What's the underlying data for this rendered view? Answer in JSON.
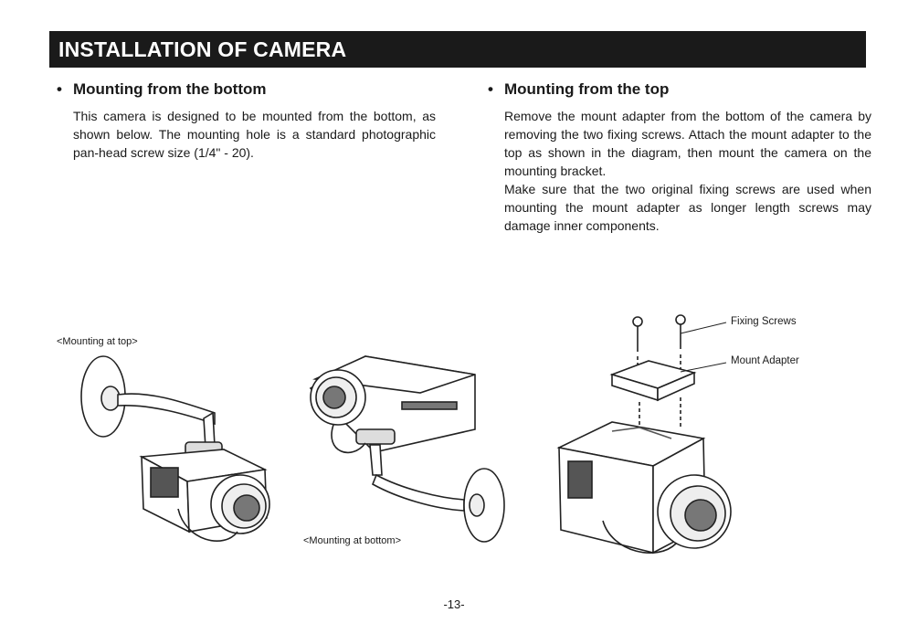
{
  "header": {
    "title": "INSTALLATION OF CAMERA"
  },
  "left_section": {
    "bullet": "•",
    "heading": "Mounting from the bottom",
    "paragraph": "This camera is designed to be mounted from the bottom, as shown below. The mounting hole is a standard photographic pan-head screw size (1/4\" - 20)."
  },
  "right_section": {
    "bullet": "•",
    "heading": "Mounting from the top",
    "paragraphs": [
      "Remove the mount adapter from the bottom of the camera by removing the two fixing screws. Attach the mount adapter to the top as shown in the diagram, then mount the camera on the mounting bracket.",
      "Make sure that the two original fixing screws are used when mounting the mount adapter as longer length screws may damage inner components."
    ]
  },
  "figures": {
    "caption_top": "<Mounting at top>",
    "caption_bottom": "<Mounting at bottom>",
    "callout_screws": "Fixing Screws",
    "callout_adapter": "Mount Adapter"
  },
  "footer": {
    "page_number": "-13-"
  }
}
